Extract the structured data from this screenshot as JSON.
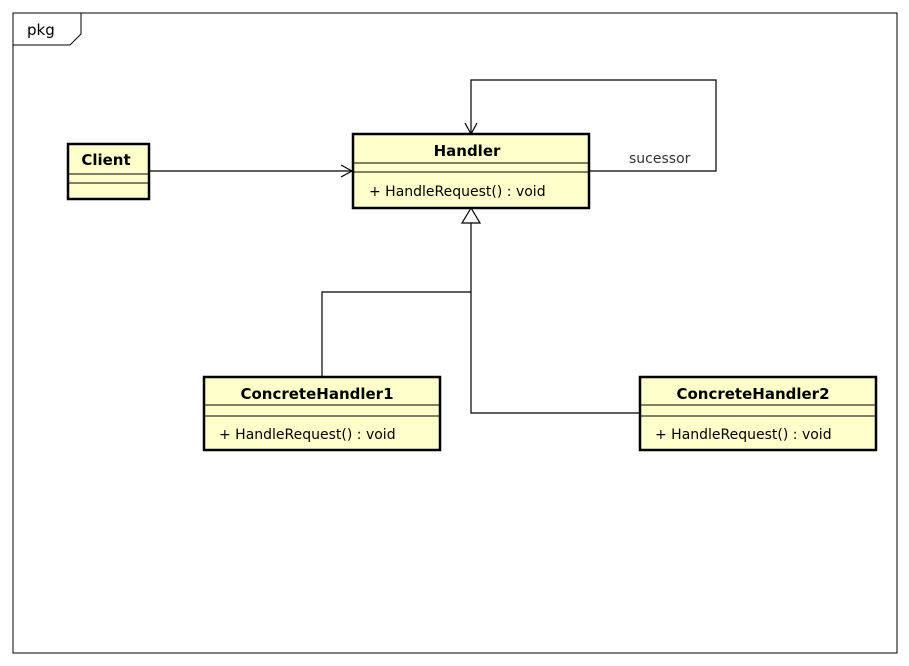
{
  "package": {
    "label": "pkg"
  },
  "classes": {
    "client": {
      "name": "Client",
      "operations": []
    },
    "handler": {
      "name": "Handler",
      "operations": [
        "+ HandleRequest() : void"
      ]
    },
    "concrete1": {
      "name": "ConcreteHandler1",
      "operations": [
        "+ HandleRequest() : void"
      ]
    },
    "concrete2": {
      "name": "ConcreteHandler2",
      "operations": [
        "+ HandleRequest() : void"
      ]
    }
  },
  "relations": {
    "client_to_handler": {
      "type": "association"
    },
    "self_successor": {
      "type": "association",
      "label": "sucessor"
    },
    "concrete1_generalization": {
      "type": "generalization"
    },
    "concrete2_generalization": {
      "type": "generalization"
    }
  },
  "colors": {
    "class_fill": "#ffffcc",
    "stroke": "#000000"
  }
}
